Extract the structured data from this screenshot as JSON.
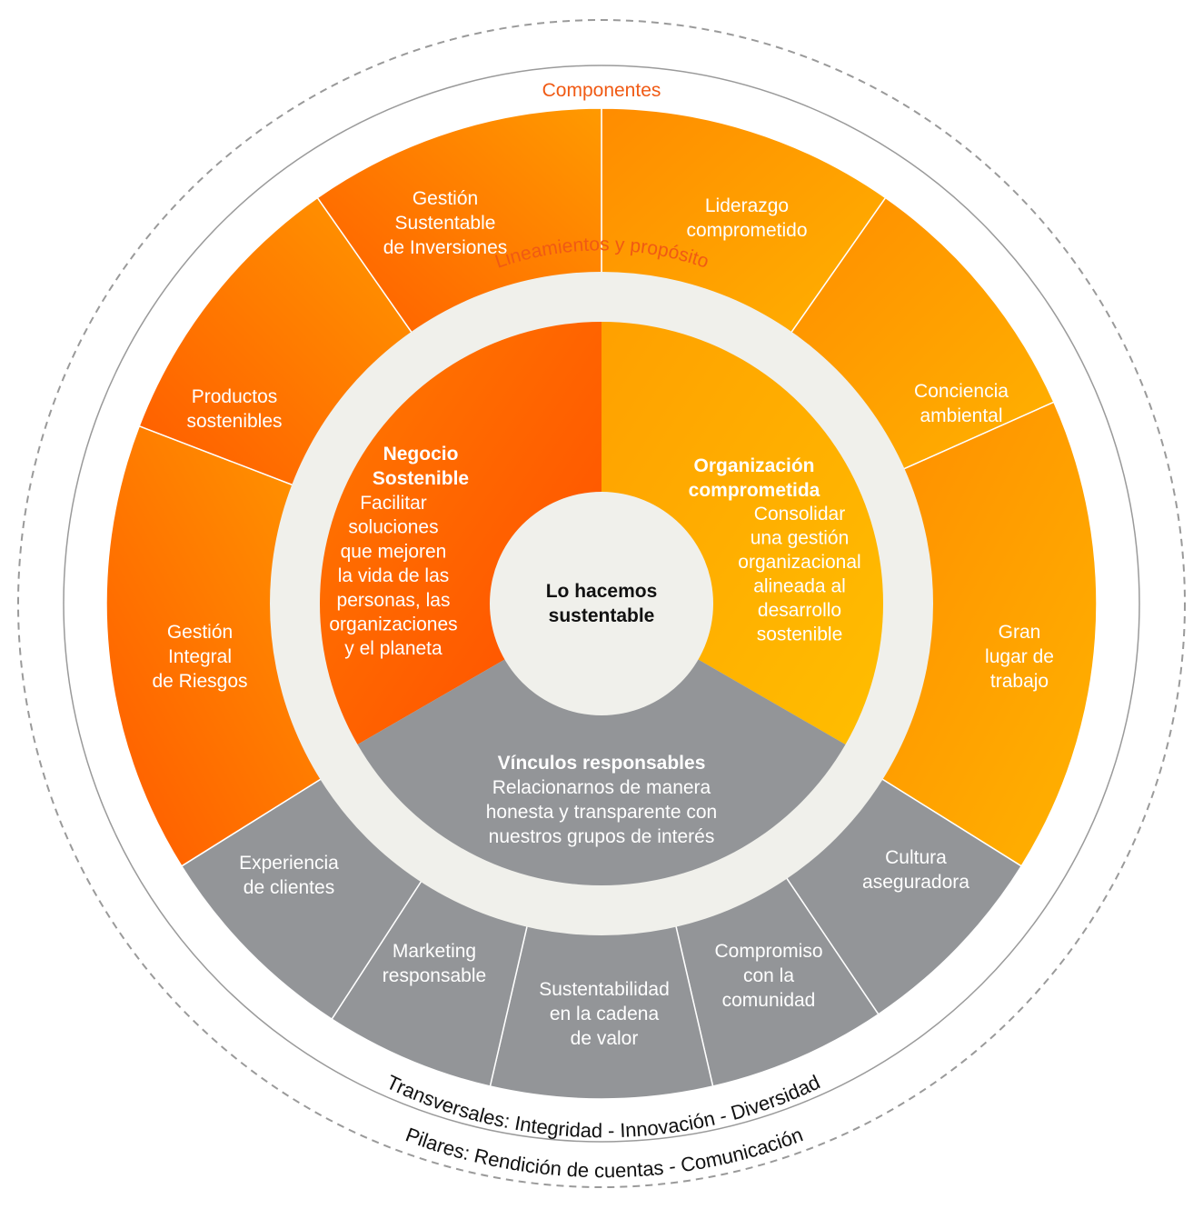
{
  "colors": {
    "orange_dark": "#ff5a00",
    "orange_mid": "#ff8c00",
    "orange_light": "#ffb300",
    "gray": "#939598",
    "ring": "#f0f0eb",
    "accent_text": "#f05a14"
  },
  "components_label": "Componentes",
  "ring_label": "Lineamientos y propósito",
  "center_label": [
    "Lo hacemos",
    "sustentable"
  ],
  "sectors": [
    {
      "title": [
        "Negocio",
        "Sostenible"
      ],
      "body": [
        "Facilitar",
        "soluciones",
        "que mejoren",
        "la vida de las",
        "personas, las",
        "organizaciones",
        "y el planeta"
      ]
    },
    {
      "title": [
        "Organización",
        "comprometida"
      ],
      "body": [
        "Consolidar",
        "una gestión",
        "organizacional",
        "alineada al",
        "desarrollo",
        "sostenible"
      ]
    },
    {
      "title": [
        "Vínculos responsables"
      ],
      "body": [
        "Relacionarnos de manera",
        "honesta y transparente con",
        "nuestros grupos de interés"
      ]
    }
  ],
  "components": [
    [
      "Liderazgo",
      "comprometido"
    ],
    [
      "Conciencia",
      "ambiental"
    ],
    [
      "Gran",
      "lugar de",
      "trabajo"
    ],
    [
      "Cultura",
      "aseguradora"
    ],
    [
      "Compromiso",
      "con la",
      "comunidad"
    ],
    [
      "Sustentabilidad",
      "en la cadena",
      "de valor"
    ],
    [
      "Marketing",
      "responsable"
    ],
    [
      "Experiencia",
      "de clientes"
    ],
    [
      "Gestión",
      "Integral",
      "de Riesgos"
    ],
    [
      "Productos",
      "sostenibles"
    ],
    [
      "Gestión",
      "Sustentable",
      "de Inversiones"
    ]
  ],
  "transversales": "Transversales: Integridad - Innovación - Diversidad",
  "pilares": "Pilares: Rendición de cuentas - Comunicación"
}
